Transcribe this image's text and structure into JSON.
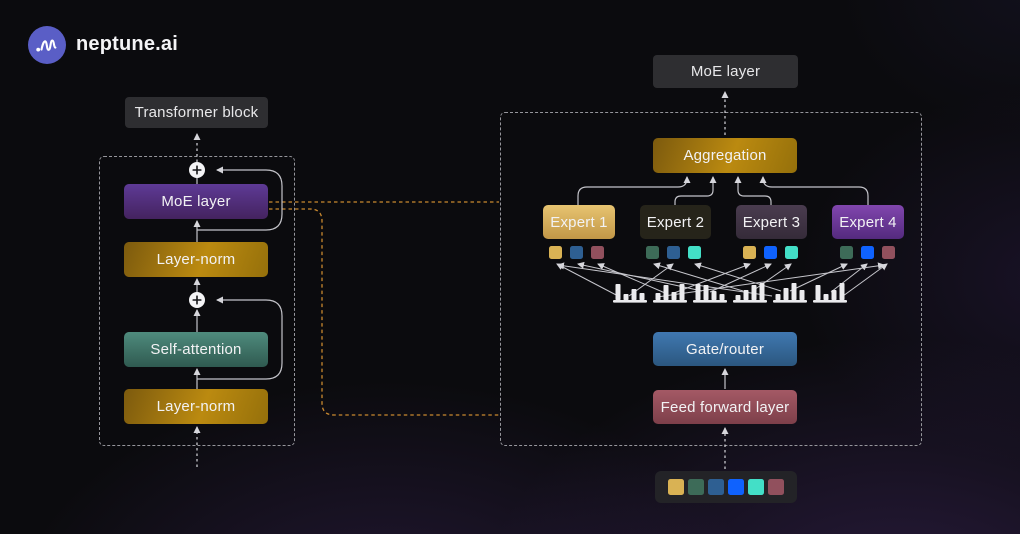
{
  "brand": {
    "name": "neptune.ai"
  },
  "colors": {
    "background": "#0b0b0e",
    "label_box": "#2e2e31",
    "line_gray": "#c9c9cf",
    "orange_line": "#c9892f",
    "logo_circle": "#5a5ec6",
    "token_gold": "#d9b254",
    "token_green": "#3d6b58",
    "token_steel": "#2e5f92",
    "token_blue": "#0f62fe",
    "token_cyan": "#43dfc7",
    "token_maroon": "#91505d"
  },
  "left_diagram": {
    "title": "Transformer block",
    "blocks": {
      "moe": "MoE layer",
      "layer_norm_top": "Layer-norm",
      "self_attention": "Self-attention",
      "layer_norm_bottom": "Layer-norm"
    }
  },
  "right_diagram": {
    "title": "MoE layer",
    "aggregation": "Aggregation",
    "gate": "Gate/router",
    "feed_forward": "Feed forward layer",
    "experts": [
      {
        "label": "Expert 1",
        "squares": [
          "token_gold",
          "token_steel",
          "token_maroon"
        ]
      },
      {
        "label": "Expert 2",
        "squares": [
          "token_green",
          "token_steel",
          "token_cyan"
        ]
      },
      {
        "label": "Expert 3",
        "squares": [
          "token_gold",
          "token_blue",
          "token_cyan"
        ]
      },
      {
        "label": "Expert 4",
        "squares": [
          "token_green",
          "token_blue",
          "token_maroon"
        ]
      }
    ],
    "histograms": [
      [
        16,
        6,
        11,
        7
      ],
      [
        7,
        15,
        8,
        16
      ],
      [
        16,
        15,
        9,
        6
      ],
      [
        5,
        10,
        15,
        17
      ],
      [
        6,
        12,
        17,
        10
      ],
      [
        15,
        6,
        10,
        17
      ]
    ],
    "input_tokens": [
      "token_gold",
      "token_green",
      "token_steel",
      "token_blue",
      "token_cyan",
      "token_maroon"
    ]
  }
}
